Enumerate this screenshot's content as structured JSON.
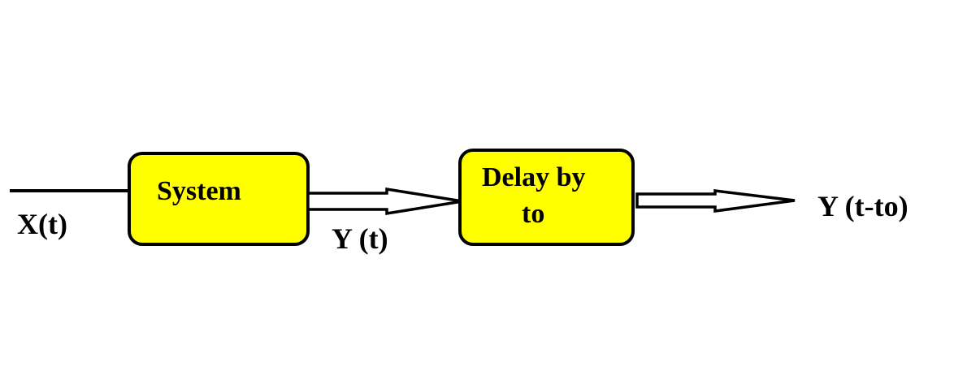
{
  "colors": {
    "block_fill": "#ffff00",
    "stroke": "#000000",
    "background": "#ffffff"
  },
  "signals": {
    "input": "X(t)",
    "intermediate": "Y (t)",
    "output": "Y (t-to)"
  },
  "blocks": {
    "system": {
      "line1": "System"
    },
    "delay": {
      "line1": "Delay by",
      "line2": "to"
    }
  }
}
